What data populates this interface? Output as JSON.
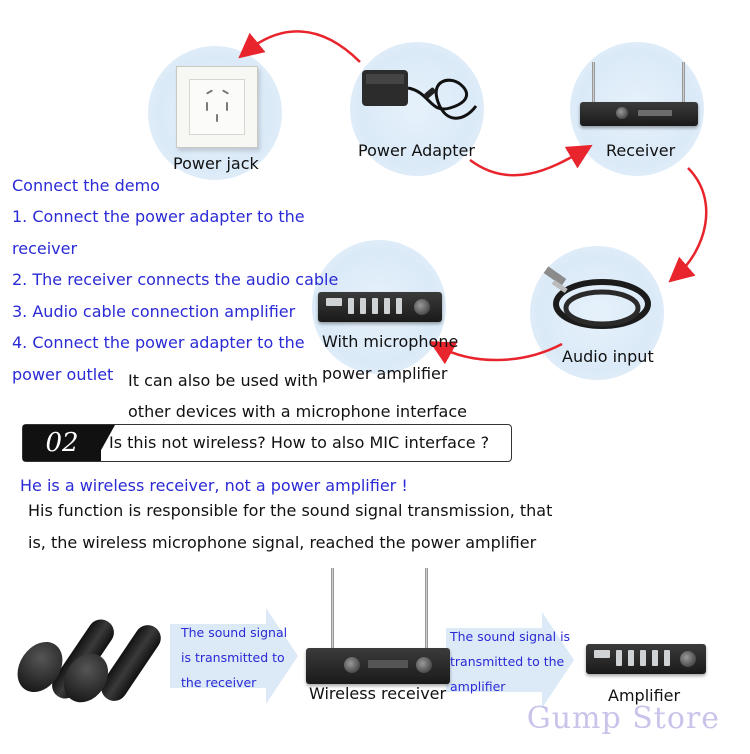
{
  "nodes": {
    "power_jack": "Power jack",
    "power_adapter": "Power Adapter",
    "receiver": "Receiver",
    "audio_input": "Audio input",
    "amp_line1": "With microphone",
    "amp_line2": "power amplifier"
  },
  "instructions": {
    "heading": "Connect the demo",
    "lines": [
      "1. Connect the power adapter to the",
      "receiver",
      "2. The receiver connects the audio cable",
      "3. Audio cable connection amplifier",
      "4. Connect the power adapter to the",
      "power outlet"
    ]
  },
  "note": {
    "line1": "It can also be used with",
    "line2": "other devices with a microphone interface"
  },
  "section": {
    "number": "02",
    "question": "Is this not wireless? How to also MIC interface ?"
  },
  "answer": {
    "line1": "He is a wireless receiver, not a power amplifier !",
    "line2": "His function is responsible for the sound signal transmission, that",
    "line3": "is, the wireless microphone signal, reached the power amplifier"
  },
  "bottom_flow": {
    "signal1": [
      "The sound signal",
      "is transmitted to",
      "the receiver"
    ],
    "wireless_receiver": "Wireless receiver",
    "signal2": [
      "The sound signal is",
      "transmitted to the",
      "amplifier"
    ],
    "amplifier": "Amplifier"
  },
  "watermark": "Gump Store",
  "colors": {
    "instruction_text": "#2a2ad6",
    "arrow_red": "#e8242c",
    "flow_arrow": "#dce9f6"
  }
}
